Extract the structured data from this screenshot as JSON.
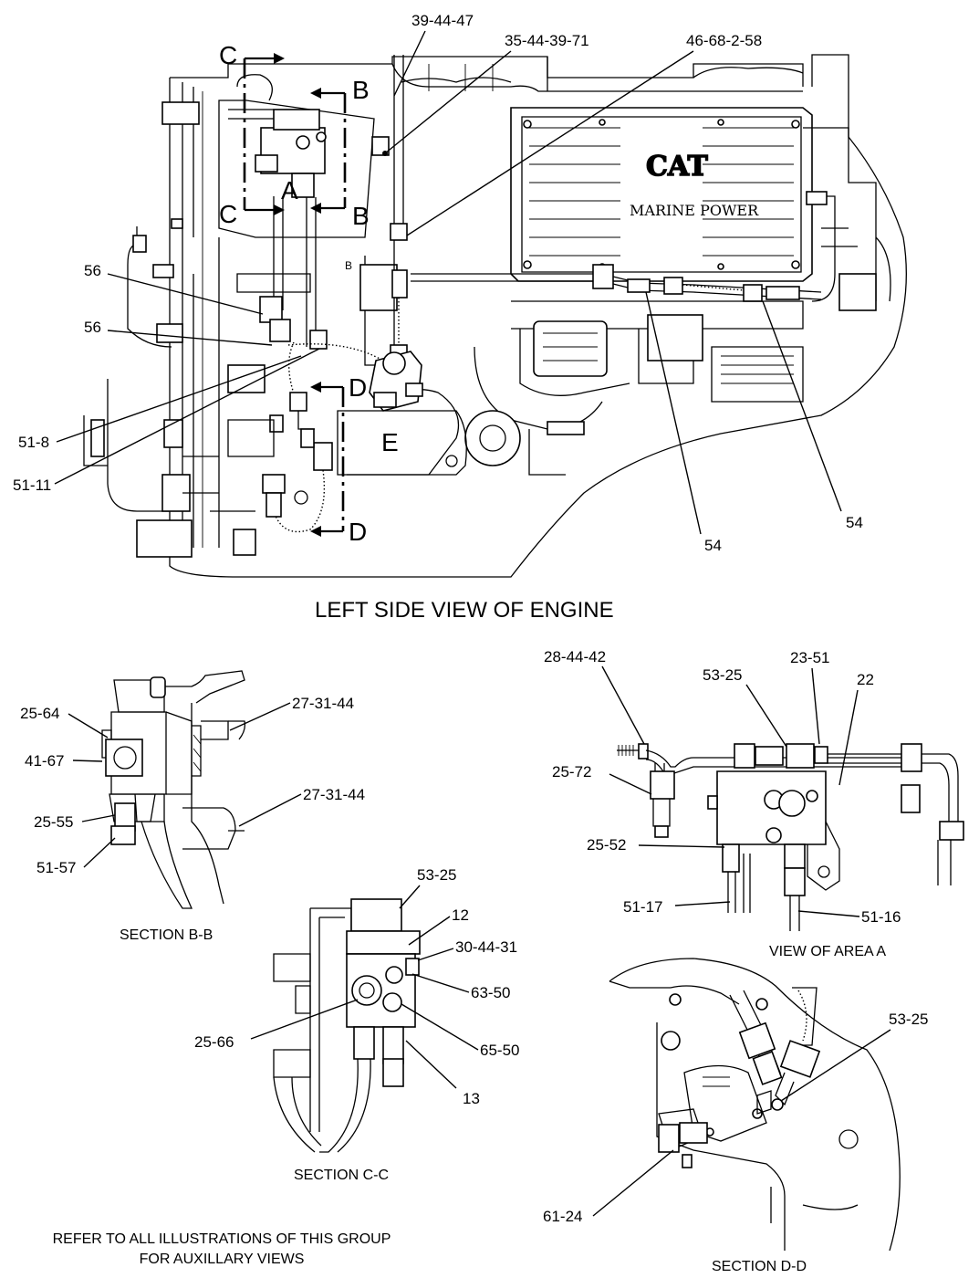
{
  "main_view": {
    "title": "LEFT SIDE VIEW OF ENGINE",
    "brand_text": "CAT",
    "brand_sub": "MARINE POWER",
    "small_label": "B",
    "section_markers": [
      "C",
      "C",
      "B",
      "B",
      "A",
      "D",
      "D",
      "E"
    ],
    "callouts": [
      "39-44-47",
      "35-44-39-71",
      "46-68-2-58",
      "56",
      "56",
      "51-8",
      "51-11",
      "54",
      "54"
    ]
  },
  "section_bb": {
    "caption": "SECTION B-B",
    "callouts": [
      "25-64",
      "41-67",
      "25-55",
      "51-57",
      "27-31-44",
      "27-31-44"
    ]
  },
  "section_cc": {
    "caption": "SECTION C-C",
    "callouts": [
      "53-25",
      "12",
      "30-44-31",
      "63-50",
      "25-66",
      "65-50",
      "13"
    ]
  },
  "view_area_a": {
    "caption": "VIEW OF AREA A",
    "callouts": [
      "28-44-42",
      "53-25",
      "23-51",
      "22",
      "25-72",
      "25-52",
      "51-17",
      "51-16"
    ]
  },
  "section_dd": {
    "caption": "SECTION D-D",
    "callouts": [
      "53-25",
      "61-24"
    ]
  },
  "footer": {
    "note_line1": "REFER TO ALL ILLUSTRATIONS OF THIS GROUP",
    "note_line2": "FOR AUXILLARY VIEWS"
  }
}
